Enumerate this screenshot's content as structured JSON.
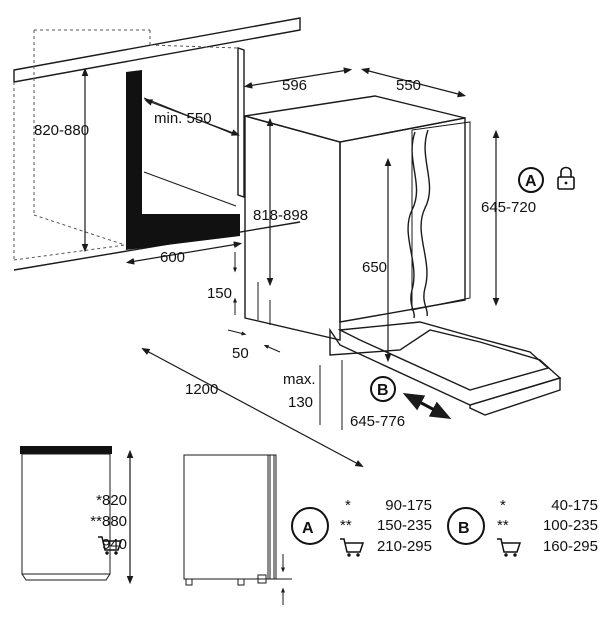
{
  "dimensions": {
    "cabinet_width": "596",
    "cabinet_depth": "550",
    "niche_height": "820-880",
    "min_depth": "min. 550",
    "niche_width": "600",
    "appliance_height": "818-898",
    "door_height": "645-720",
    "inner_height": "650",
    "plinth_height": "150",
    "plinth_depth": "50",
    "door_open_depth": "1200",
    "max_label": "max.",
    "max_value": "130",
    "door_range": "645-776"
  },
  "markers": {
    "a": "A",
    "b": "B"
  },
  "icons": {
    "lock": "lock-icon",
    "cart": "trolley-icon"
  },
  "side_view": {
    "line1": "*820",
    "line2": "**880",
    "line3": "940"
  },
  "table_a": {
    "marker": "A",
    "rows": [
      {
        "sym": "*",
        "value": "90-175"
      },
      {
        "sym": "**",
        "value": "150-235"
      },
      {
        "sym": "",
        "value": "210-295"
      }
    ]
  },
  "table_b": {
    "marker": "B",
    "rows": [
      {
        "sym": "*",
        "value": "40-175"
      },
      {
        "sym": "**",
        "value": "100-235"
      },
      {
        "sym": "",
        "value": "160-295"
      }
    ]
  }
}
